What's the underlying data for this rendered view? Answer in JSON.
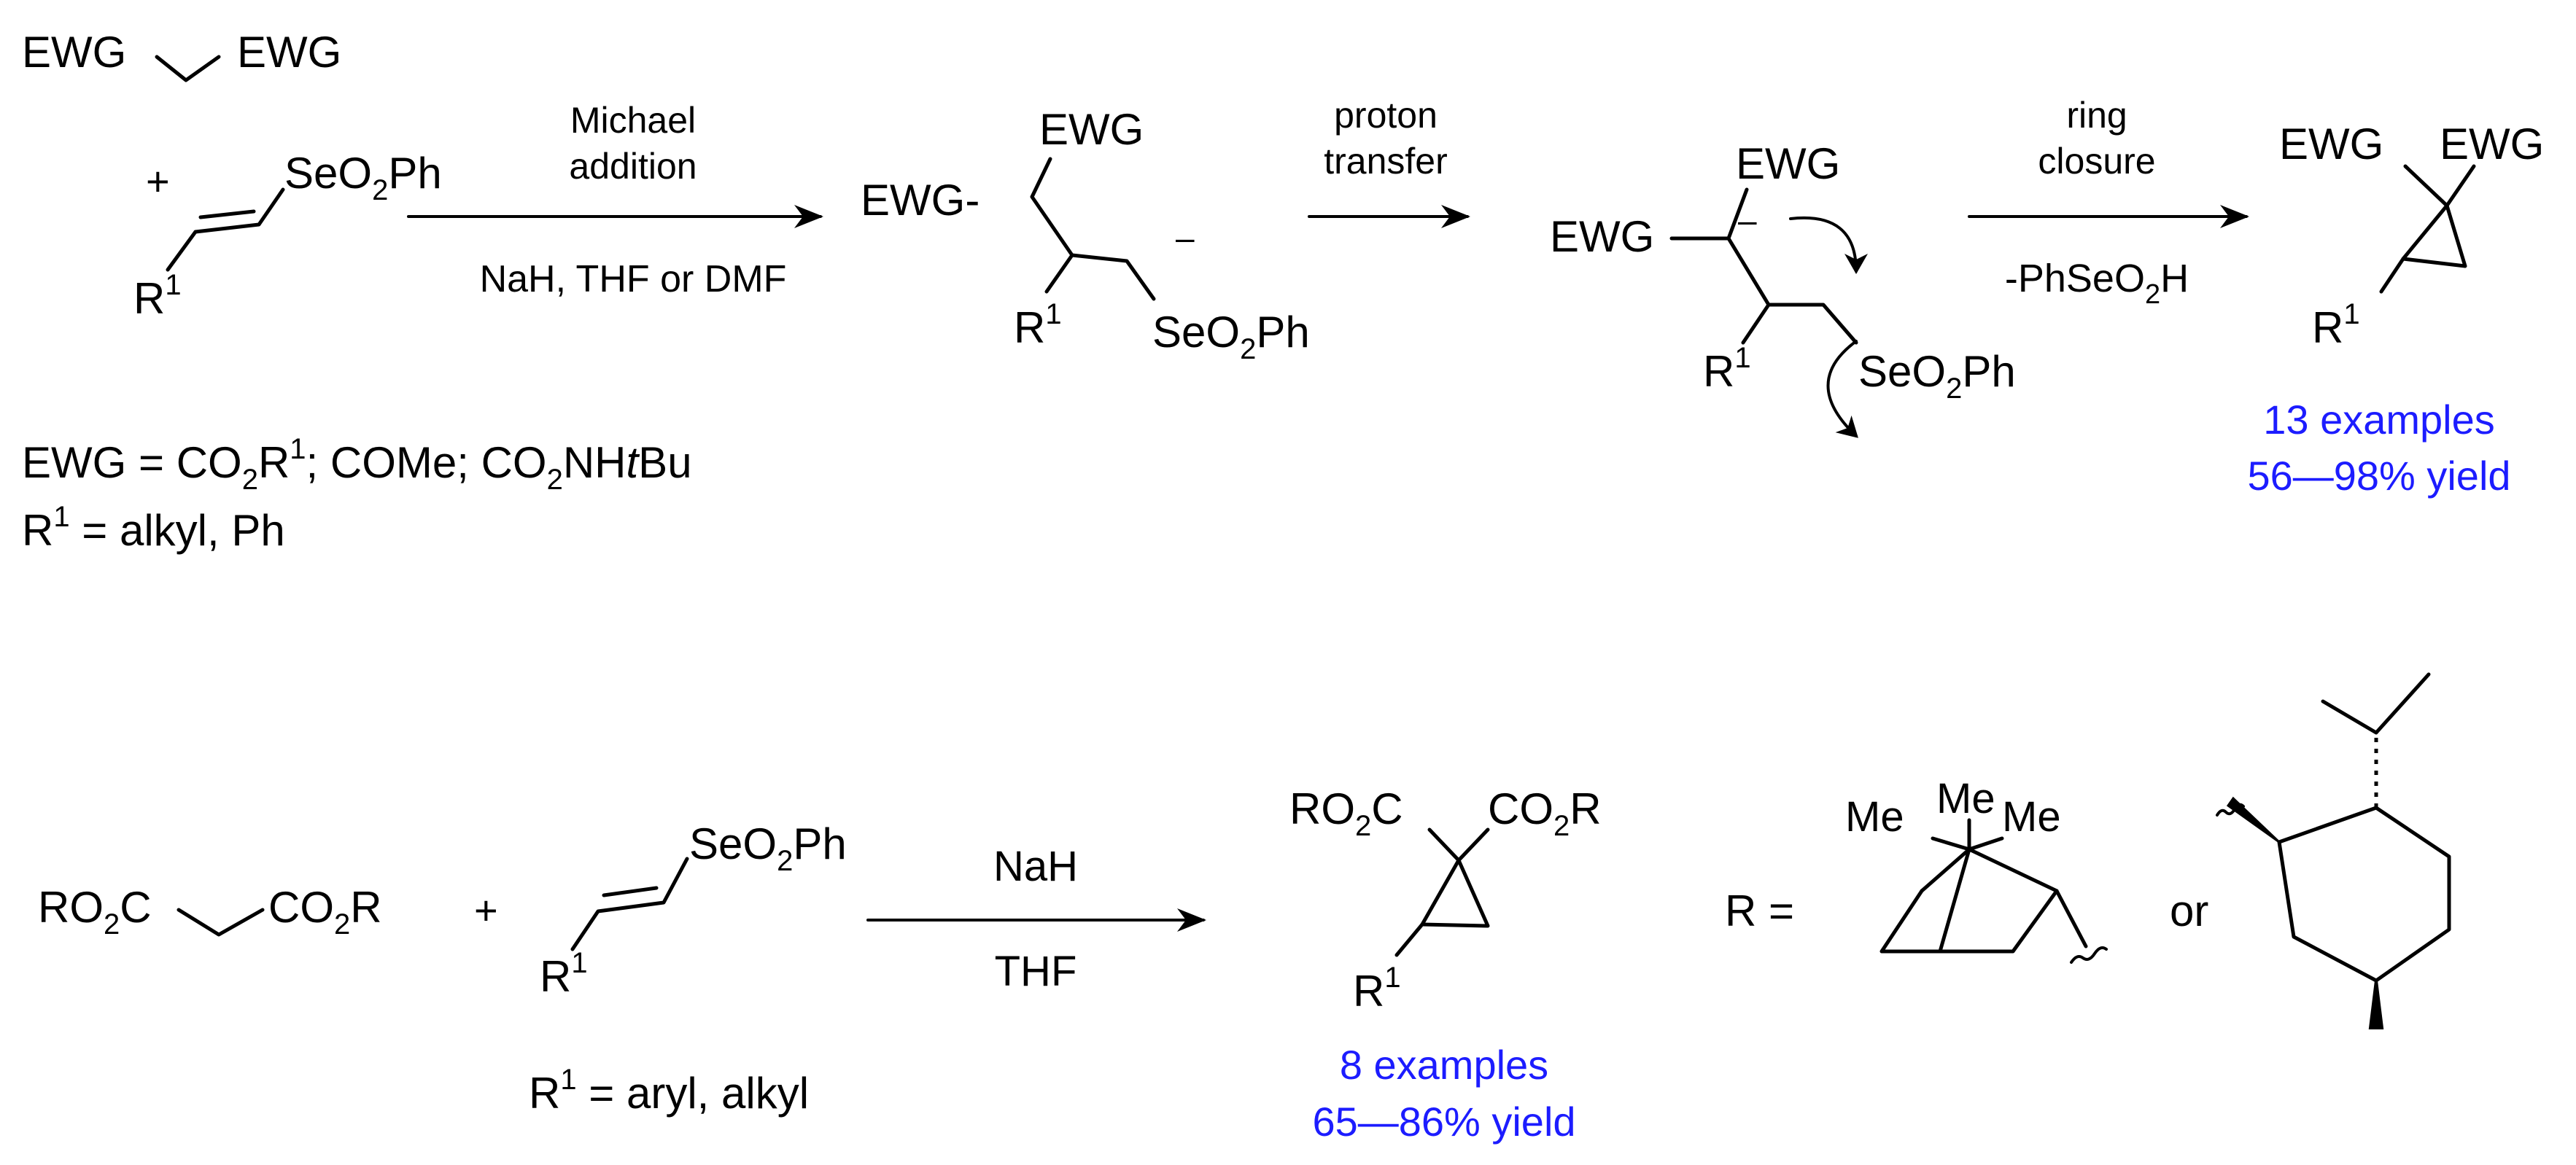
{
  "row1": {
    "reactant1": "EWG",
    "reactant1b": "EWG",
    "plus": "+",
    "vinyl_group": "SeO",
    "vinyl_sub2": "2",
    "vinyl_ph": "Ph",
    "r_label": "R",
    "r_sup": "1",
    "step1": {
      "line1": "Michael",
      "line2": "addition",
      "conditions": "NaH, THF or DMF"
    },
    "int1": {
      "ewg_top": "EWG",
      "ewg_left": "EWG-",
      "charge": "–",
      "r": "R",
      "r_sup": "1",
      "se": "SeO",
      "se_sub": "2",
      "se_ph": "Ph"
    },
    "step2": {
      "line1": "proton",
      "line2": "transfer"
    },
    "int2": {
      "ewg_top": "EWG",
      "ewg_left": "EWG",
      "charge": "–",
      "r": "R",
      "r_sup": "1",
      "se": "SeO",
      "se_sub": "2",
      "se_ph": "Ph"
    },
    "step3": {
      "line1": "ring",
      "line2": "closure",
      "byproduct_a": "-PhSeO",
      "byproduct_sub": "2",
      "byproduct_b": "H"
    },
    "product": {
      "ewg1": "EWG",
      "ewg2": "EWG",
      "r": "R",
      "r_sup": "1"
    },
    "scope": {
      "examples": "13 examples",
      "yield": "56—98% yield"
    },
    "defs": {
      "ewg_a": "EWG = CO",
      "ewg_sub1": "2",
      "ewg_b": "R",
      "ewg_sup": "1",
      "ewg_c": "; COMe; CO",
      "ewg_sub2": "2",
      "ewg_d": "NH",
      "ewg_t": "t",
      "ewg_e": "Bu",
      "r_a": "R",
      "r_sup": "1",
      "r_b": " = alkyl, Ph"
    }
  },
  "row2": {
    "malonate_a": "RO",
    "malonate_sub1": "2",
    "malonate_b": "C",
    "malonate_c": "CO",
    "malonate_sub2": "2",
    "malonate_d": "R",
    "plus": "+",
    "vinyl_group": "SeO",
    "vinyl_sub2": "2",
    "vinyl_ph": "Ph",
    "r_label": "R",
    "r_sup": "1",
    "conditions_top": "NaH",
    "conditions_bottom": "THF",
    "r1_def_a": "R",
    "r1_def_sup": "1",
    "r1_def_b": " = aryl, alkyl",
    "product": {
      "left_a": "RO",
      "left_sub": "2",
      "left_b": "C",
      "right_a": "CO",
      "right_sub": "2",
      "right_b": "R",
      "r": "R",
      "r_sup": "1"
    },
    "scope": {
      "examples": "8 examples",
      "yield": "65—86% yield"
    },
    "r_equals": "R =",
    "or": "or",
    "bornyl": {
      "me1": "Me",
      "me2": "Me",
      "me3": "Me"
    }
  },
  "colors": {
    "text": "#000000",
    "highlight": "#1c1cff"
  }
}
